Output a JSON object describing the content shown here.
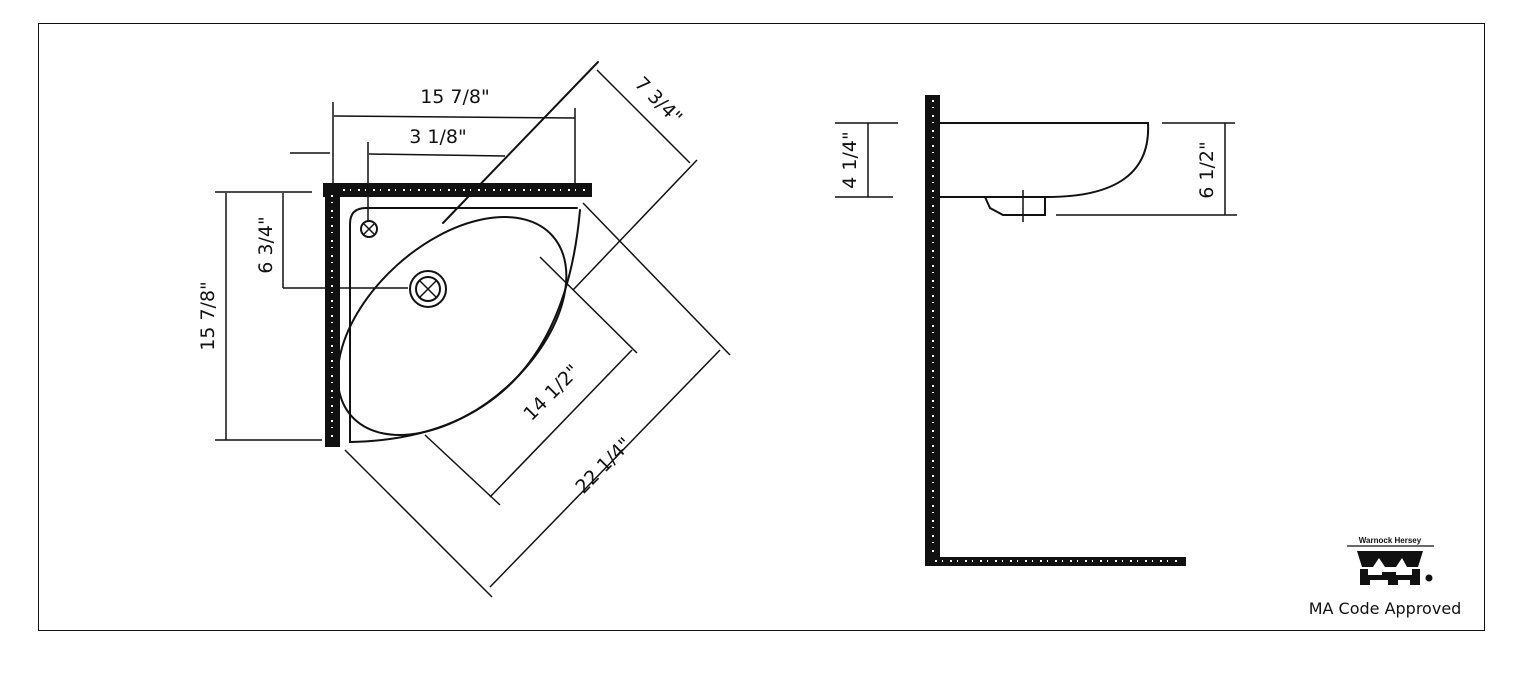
{
  "plan_view": {
    "dimensions": {
      "overall_width": "15 7/8\"",
      "tap_offset": "3 1/8\"",
      "overall_depth": "15 7/8\"",
      "drain_offset": "6 3/4\"",
      "front_depth": "7 3/4\"",
      "bowl_length": "14 1/2\"",
      "front_width": "22 1/4\""
    }
  },
  "side_view": {
    "dimensions": {
      "bowl_height": "4 1/4\"",
      "total_height": "6 1/2\""
    }
  },
  "certification": {
    "logo_text": "Warnock Hersey",
    "approval": "MA Code Approved"
  }
}
